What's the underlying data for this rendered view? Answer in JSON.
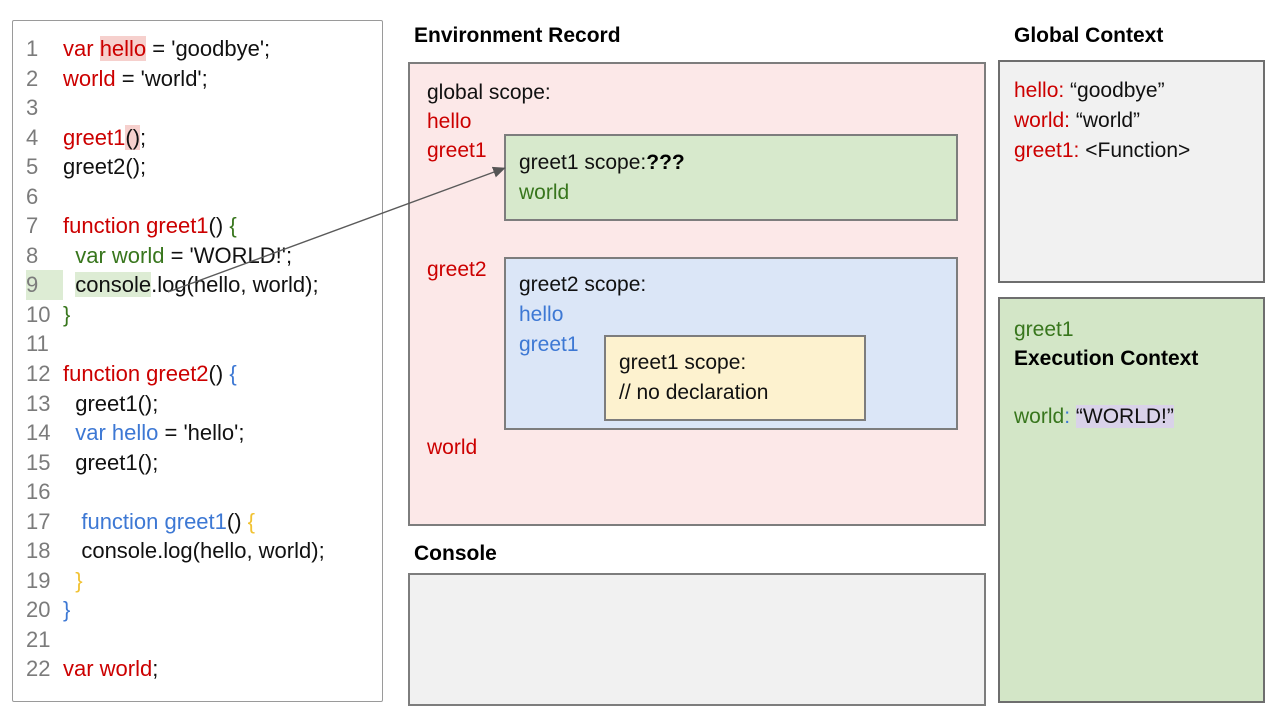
{
  "palette": {
    "code_red": "#cc0000",
    "code_green": "#38761d",
    "code_blue": "#3d78d4",
    "code_orange": "#f1c232",
    "line_number_gray": "#7b7b7b",
    "env_pink": "#fce8e8",
    "scope_green": "#d7e9cc",
    "scope_blue": "#dbe6f7",
    "scope_yellow": "#fdf2cf",
    "panel_gray": "#f1f1f1",
    "exec_green": "#d3e6c7",
    "hl_pink": "#f6d0cd",
    "hl_green": "#ddecd4",
    "hl_lavender": "#d9d2e9"
  },
  "code_panel": {
    "lines": [
      {
        "num": "1",
        "segments": [
          {
            "text": "var ",
            "color": "red"
          },
          {
            "text": "hello",
            "color": "red",
            "hl": "pink"
          },
          {
            "text": " = 'goodbye';",
            "color": "black"
          }
        ]
      },
      {
        "num": "2",
        "segments": [
          {
            "text": "world",
            "color": "red"
          },
          {
            "text": " = 'world';",
            "color": "black"
          }
        ]
      },
      {
        "num": "3",
        "segments": []
      },
      {
        "num": "4",
        "segments": [
          {
            "text": "greet1",
            "color": "red"
          },
          {
            "text": "()",
            "color": "black",
            "hl": "pink"
          },
          {
            "text": ";",
            "color": "black"
          }
        ]
      },
      {
        "num": "5",
        "segments": [
          {
            "text": "greet2();",
            "color": "black"
          }
        ]
      },
      {
        "num": "6",
        "segments": []
      },
      {
        "num": "7",
        "segments": [
          {
            "text": "function greet1",
            "color": "red"
          },
          {
            "text": "() ",
            "color": "black"
          },
          {
            "text": "{",
            "color": "green"
          }
        ]
      },
      {
        "num": "8",
        "segments": [
          {
            "text": "  ",
            "color": "black"
          },
          {
            "text": "var world",
            "color": "green"
          },
          {
            "text": " = 'WORLD!';",
            "color": "black"
          }
        ]
      },
      {
        "num": "9",
        "num_hl": "green",
        "segments": [
          {
            "text": "  ",
            "color": "black"
          },
          {
            "text": "console",
            "color": "black",
            "hl": "green"
          },
          {
            "text": ".log(hello, world);",
            "color": "black"
          }
        ]
      },
      {
        "num": "10",
        "segments": [
          {
            "text": "}",
            "color": "green"
          }
        ]
      },
      {
        "num": "11",
        "segments": []
      },
      {
        "num": "12",
        "segments": [
          {
            "text": "function greet2",
            "color": "red"
          },
          {
            "text": "() ",
            "color": "black"
          },
          {
            "text": "{",
            "color": "blue"
          }
        ]
      },
      {
        "num": "13",
        "segments": [
          {
            "text": "  greet1();",
            "color": "black"
          }
        ]
      },
      {
        "num": "14",
        "segments": [
          {
            "text": "  ",
            "color": "black"
          },
          {
            "text": "var hello",
            "color": "blue"
          },
          {
            "text": " = 'hello';",
            "color": "black"
          }
        ]
      },
      {
        "num": "15",
        "segments": [
          {
            "text": "  greet1();",
            "color": "black"
          }
        ]
      },
      {
        "num": "16",
        "segments": []
      },
      {
        "num": "17",
        "segments": [
          {
            "text": "   ",
            "color": "black"
          },
          {
            "text": "function greet1",
            "color": "blue"
          },
          {
            "text": "() ",
            "color": "black"
          },
          {
            "text": "{",
            "color": "orange"
          }
        ]
      },
      {
        "num": "18",
        "segments": [
          {
            "text": "   console.log(hello, world);",
            "color": "black"
          }
        ]
      },
      {
        "num": "19",
        "segments": [
          {
            "text": "  }",
            "color": "orange"
          }
        ]
      },
      {
        "num": "20",
        "segments": [
          {
            "text": "}",
            "color": "blue"
          }
        ]
      },
      {
        "num": "21",
        "segments": []
      },
      {
        "num": "22",
        "segments": [
          {
            "text": "var world",
            "color": "red"
          },
          {
            "text": ";",
            "color": "black"
          }
        ]
      }
    ]
  },
  "environment_record": {
    "title": "Environment Record",
    "global_scope_label": "global scope:",
    "vars": {
      "hello": "hello",
      "greet1": "greet1",
      "greet2": "greet2",
      "world": "world"
    },
    "greet1_scope": {
      "label": "greet1 scope:",
      "question": "???",
      "var_world": "world"
    },
    "greet2_scope": {
      "label": "greet2 scope:",
      "var_hello": "hello",
      "var_greet1": "greet1",
      "inner_greet1_scope": {
        "label": "greet1 scope:",
        "comment": "// no declaration"
      }
    }
  },
  "console_panel": {
    "title": "Console",
    "content": ""
  },
  "global_context": {
    "title": "Global Context",
    "entries": [
      {
        "name": "hello:",
        "value": " “goodbye”"
      },
      {
        "name": "world:",
        "value": " “world”"
      },
      {
        "name": "greet1:",
        "value": " <Function>"
      }
    ]
  },
  "execution_context": {
    "fn_name": "greet1",
    "title": "Execution Context",
    "var_name": "world",
    "colon": ":",
    "space": " ",
    "value": "“WORLD!”"
  }
}
